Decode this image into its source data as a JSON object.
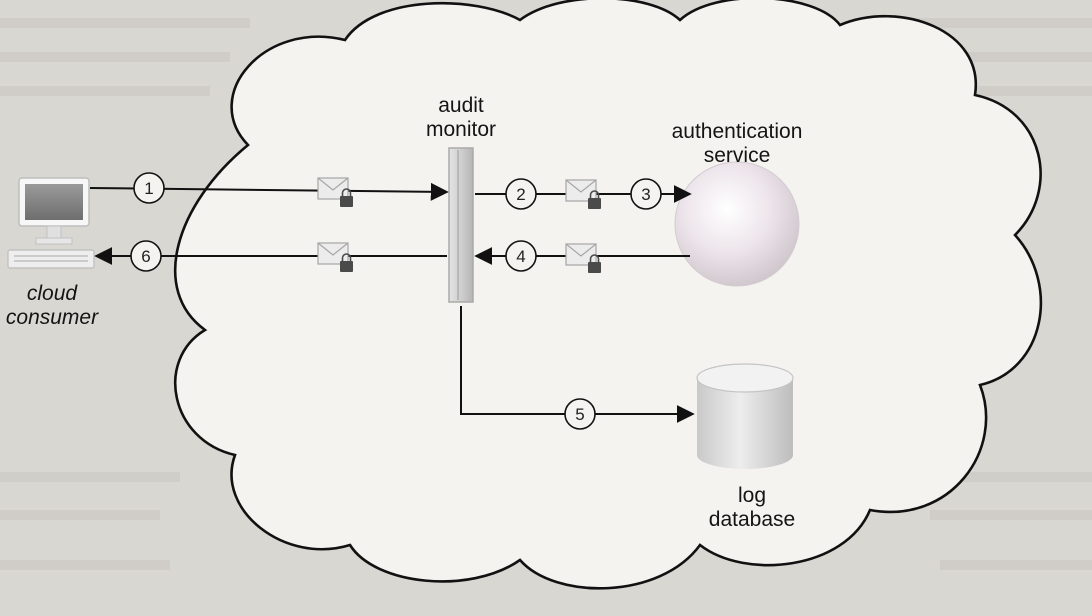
{
  "labels": {
    "audit_monitor": [
      "audit",
      "monitor"
    ],
    "authentication_service": [
      "authentication",
      "service"
    ],
    "cloud_consumer": [
      "cloud",
      "consumer"
    ],
    "log_database": [
      "log",
      "database"
    ]
  },
  "steps": [
    "1",
    "2",
    "3",
    "4",
    "5",
    "6"
  ],
  "colors": {
    "background": "#d9d7d2",
    "cloud_fill": "#f4f3f0",
    "line": "#111111"
  }
}
